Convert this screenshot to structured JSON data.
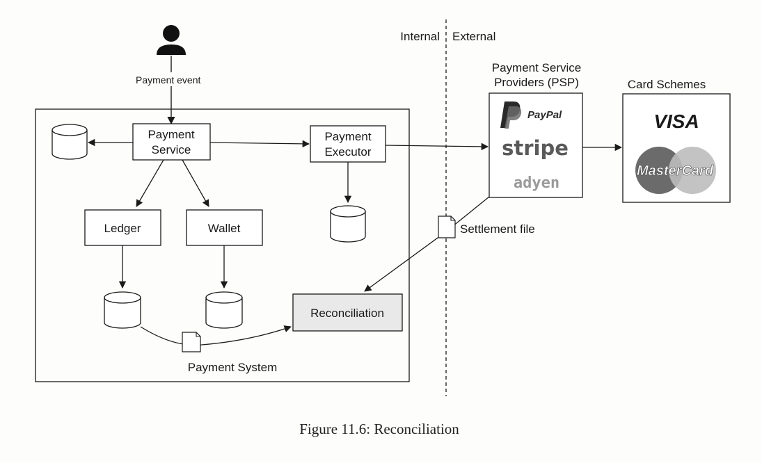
{
  "boundary": {
    "internal_label": "Internal",
    "external_label": "External"
  },
  "user": {
    "event_label": "Payment event"
  },
  "payment_system": {
    "label": "Payment System",
    "payment_service": [
      "Payment",
      "Service"
    ],
    "payment_executor": [
      "Payment",
      "Executor"
    ],
    "ledger": "Ledger",
    "wallet": "Wallet",
    "reconciliation": "Reconciliation"
  },
  "psp": {
    "title": [
      "Payment Service",
      "Providers (PSP)"
    ],
    "logos": {
      "paypal": "PayPal",
      "stripe": "stripe",
      "adyen": "adyen"
    }
  },
  "card_schemes": {
    "title": "Card Schemes",
    "logos": {
      "visa": "VISA",
      "mastercard": "MasterCard"
    }
  },
  "settlement": {
    "label": "Settlement file"
  },
  "figure": {
    "caption": "Figure 11.6: Reconciliation"
  },
  "colors": {
    "line": "#1a1a1a",
    "reconciliation_fill": "#e9e9e9",
    "paypal_dark": "#2a2a2a",
    "paypal_light": "#6a6a6a",
    "stripe": "#5a5a5a",
    "adyen": "#9a9a9a",
    "mastercard_circle_left": "#6b6b6b",
    "mastercard_circle_right": "#bdbdbd"
  }
}
